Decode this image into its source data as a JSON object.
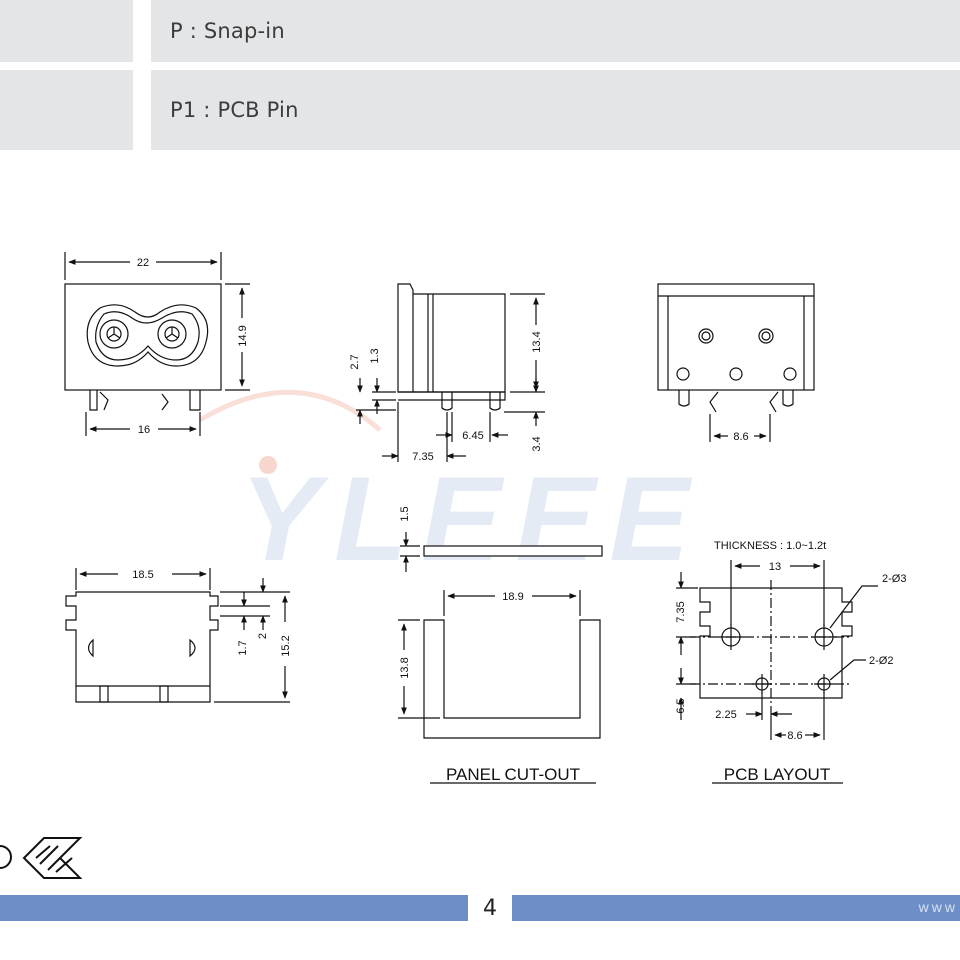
{
  "spec_table": {
    "rows": [
      {
        "label": "P : Snap-in"
      },
      {
        "label": "P1 : PCB Pin"
      }
    ]
  },
  "watermark": {
    "text": "YLEEE",
    "color": "#c9d9ee"
  },
  "front_view": {
    "dims": {
      "width": "22",
      "height": "14.9",
      "pin_span": "16"
    }
  },
  "side_view": {
    "dims": {
      "d1": "2.7",
      "d2": "1.3",
      "d3": "13.4",
      "d4": "6.45",
      "d5": "3.4",
      "d6": "7.35"
    }
  },
  "rear_view": {
    "dims": {
      "pin_pitch": "8.6"
    }
  },
  "top_view": {
    "dims": {
      "width": "18.5",
      "d1": "1.7",
      "d2": "2",
      "height": "15.2"
    }
  },
  "panel_cutout": {
    "caption": "PANEL CUT-OUT",
    "dims": {
      "thickness": "1.5",
      "width": "18.9",
      "height": "13.8"
    }
  },
  "pcb_layout": {
    "caption": "PCB LAYOUT",
    "thickness_note": "THICKNESS : 1.0~1.2t",
    "dims": {
      "hole_spacing": "13",
      "big_holes": "2-Ø3",
      "small_holes": "2-Ø2",
      "v1": "7.35",
      "v2": "6.5",
      "h1": "2.25",
      "h2": "8.6"
    }
  },
  "footer": {
    "page_number": "4",
    "website": "www",
    "bar_color": "#6d8ec7"
  }
}
